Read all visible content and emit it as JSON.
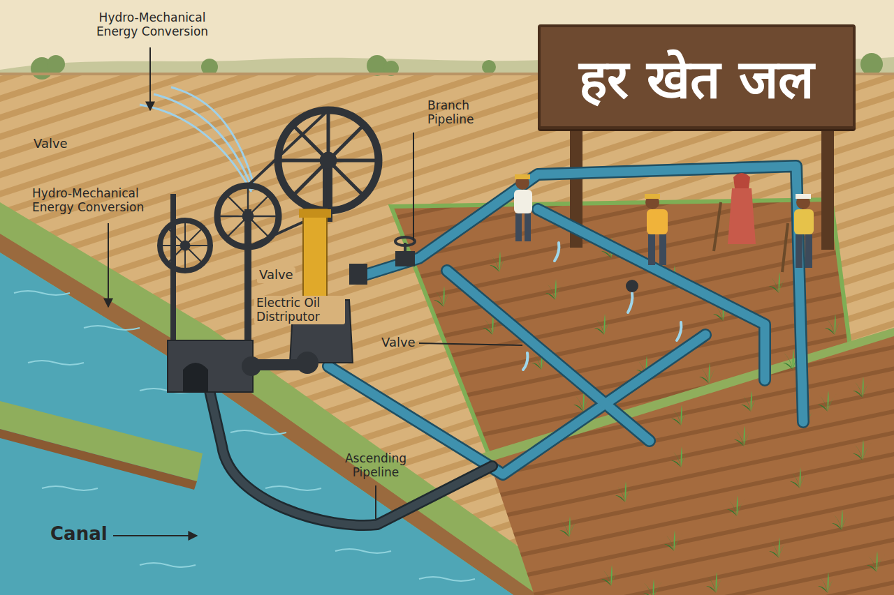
{
  "diagram": {
    "nodes": [
      {
        "text": [
          "हर खेत जल"
        ]
      }
    ],
    "labels": [
      "Hydro-Mechanical Energy Conversion",
      "Valve",
      "Hydro-Mechanical Energy Conversion",
      "Valve",
      "Electric Oil Distriputor",
      "Valve",
      "Branch Pipeline",
      "Ascending Pipeline",
      "Canal"
    ]
  }
}
